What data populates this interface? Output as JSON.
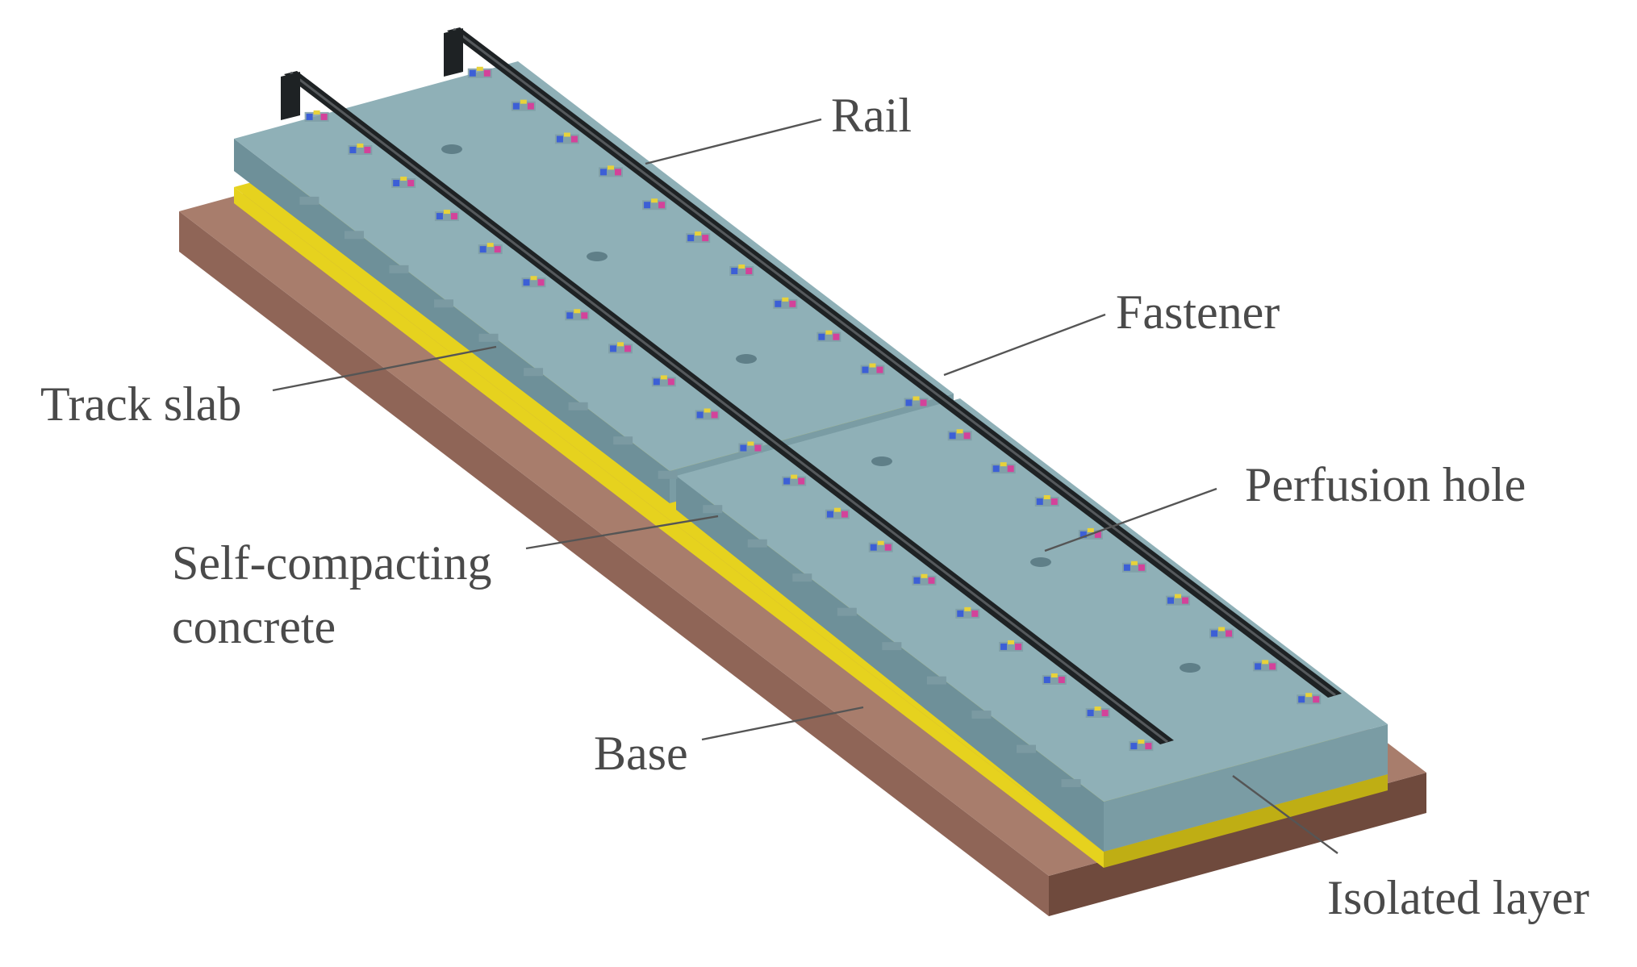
{
  "labels": {
    "rail": "Rail",
    "fastener": "Fastener",
    "track_slab": "Track slab",
    "perfusion_hole": "Perfusion hole",
    "scc_line1": "Self-compacting",
    "scc_line2": "concrete",
    "base": "Base",
    "isolated_layer": "Isolated layer"
  },
  "colors": {
    "base_top": "#a87d6c",
    "base_front": "#8f6557",
    "base_side": "#6f4a3d",
    "isolated_layer": "#e6d21e",
    "isolated_layer_dark": "#bfae14",
    "slab_top": "#8fb0b7",
    "slab_side": "#7a9ca4",
    "slab_front": "#6e9099",
    "rail": "#1e2224",
    "fastener_blue": "#3c5fd6",
    "fastener_pink": "#d3429a",
    "fastener_yellow": "#e8d23a"
  }
}
